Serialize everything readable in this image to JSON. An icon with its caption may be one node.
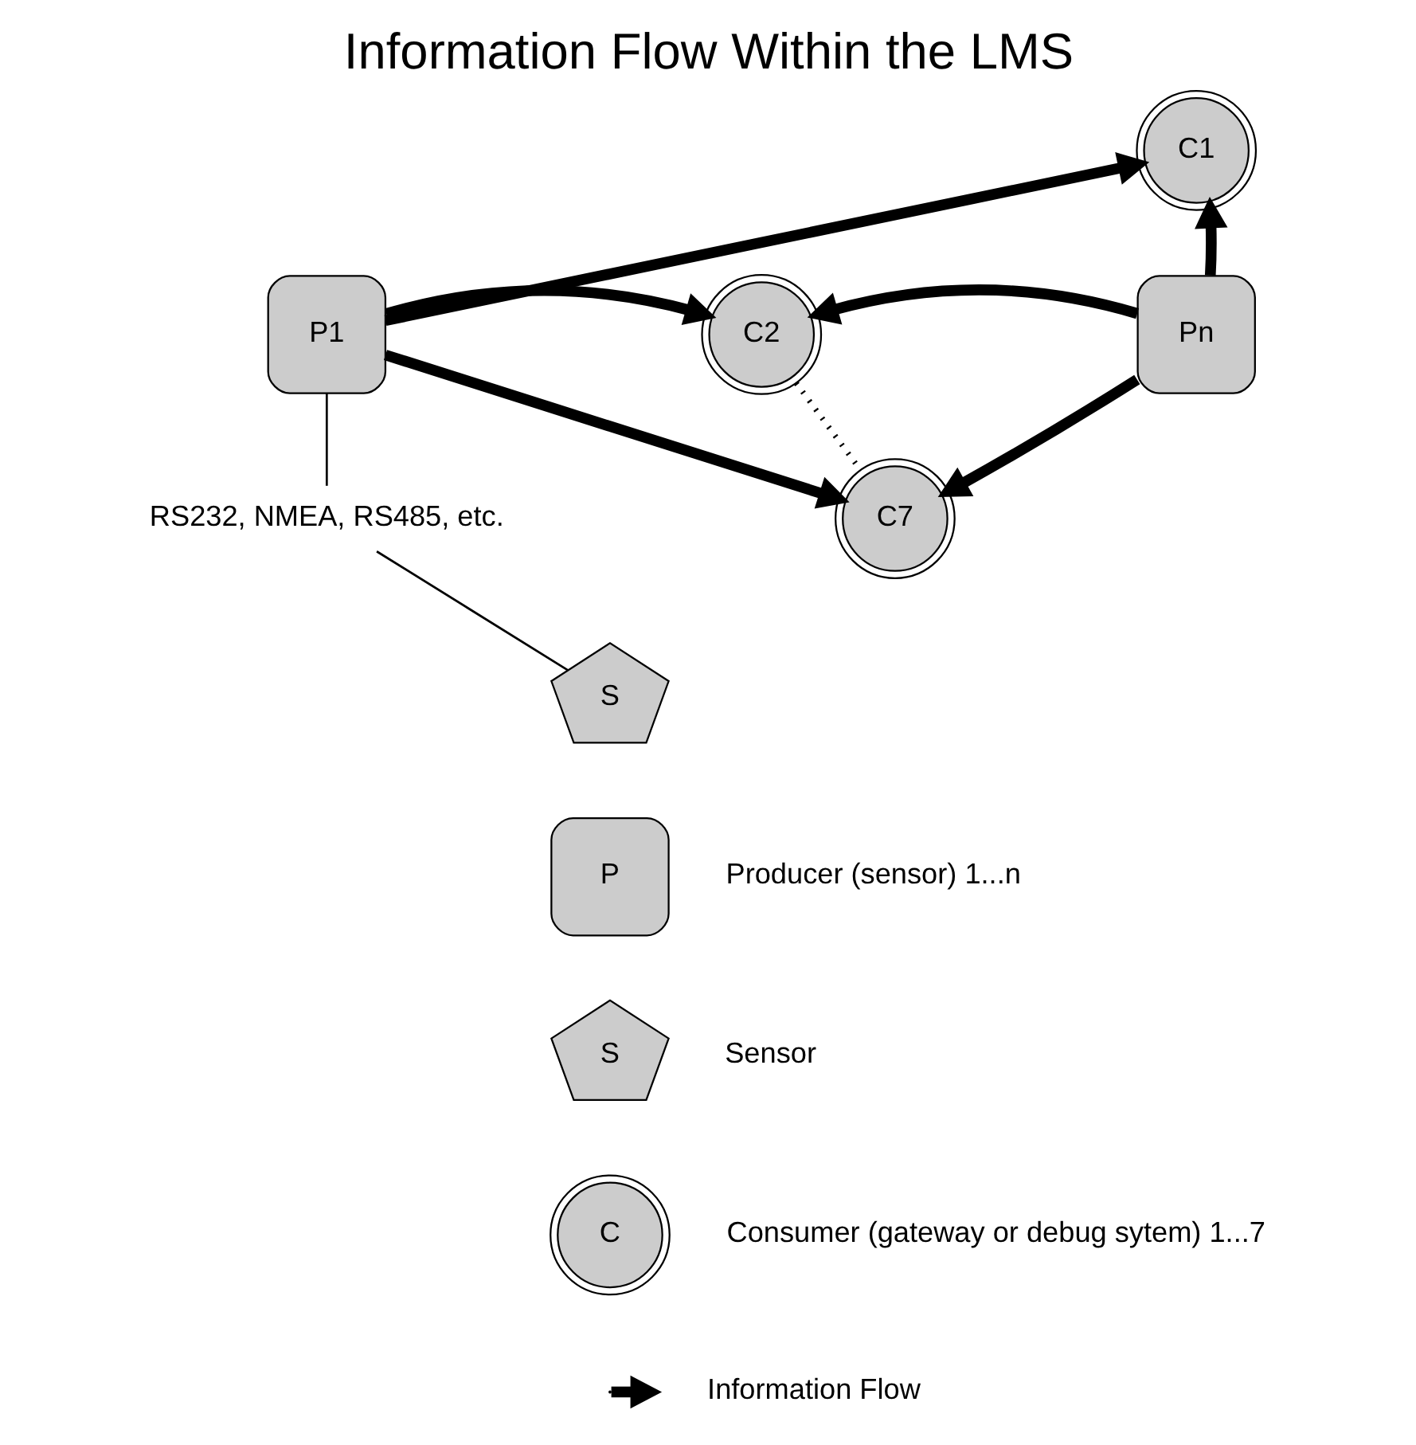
{
  "diagram": {
    "title": "Information Flow Within the LMS",
    "nodes": [
      {
        "text": [
          "C1"
        ]
      },
      {
        "text": [
          "P1"
        ]
      },
      {
        "text": [
          "C2"
        ]
      },
      {
        "text": [
          "Pn"
        ]
      },
      {
        "text": [
          "RS232, NMEA, RS485, etc."
        ]
      },
      {
        "text": [
          "C7"
        ]
      },
      {
        "text": [
          "S"
        ]
      },
      {
        "text": [
          "P"
        ],
        "beside": [
          "Producer (sensor) 1...n"
        ]
      },
      {
        "text": [
          "S"
        ],
        "beside": [
          "Sensor"
        ]
      },
      {
        "text": [
          "C"
        ],
        "beside": [
          "Consumer (gateway or debug sytem) 1...7"
        ]
      }
    ],
    "edges": [
      {
        "from": 1,
        "to": 0,
        "arrow": "to"
      },
      {
        "from": 1,
        "to": 2,
        "arrow": "to"
      },
      {
        "from": 1,
        "to": 5,
        "arrow": "to"
      },
      {
        "from": 3,
        "to": 0,
        "arrow": "to"
      },
      {
        "from": 3,
        "to": 2,
        "arrow": "to"
      },
      {
        "from": 3,
        "to": 5,
        "arrow": "to"
      },
      {
        "from": 1,
        "to": 4,
        "arrow": "none"
      },
      {
        "from": 4,
        "to": 6,
        "arrow": "none"
      },
      {
        "from": 2,
        "to": 5,
        "arrow": "none",
        "style": "dashed"
      }
    ],
    "legend": [
      {
        "text": "Information Flow"
      }
    ]
  }
}
